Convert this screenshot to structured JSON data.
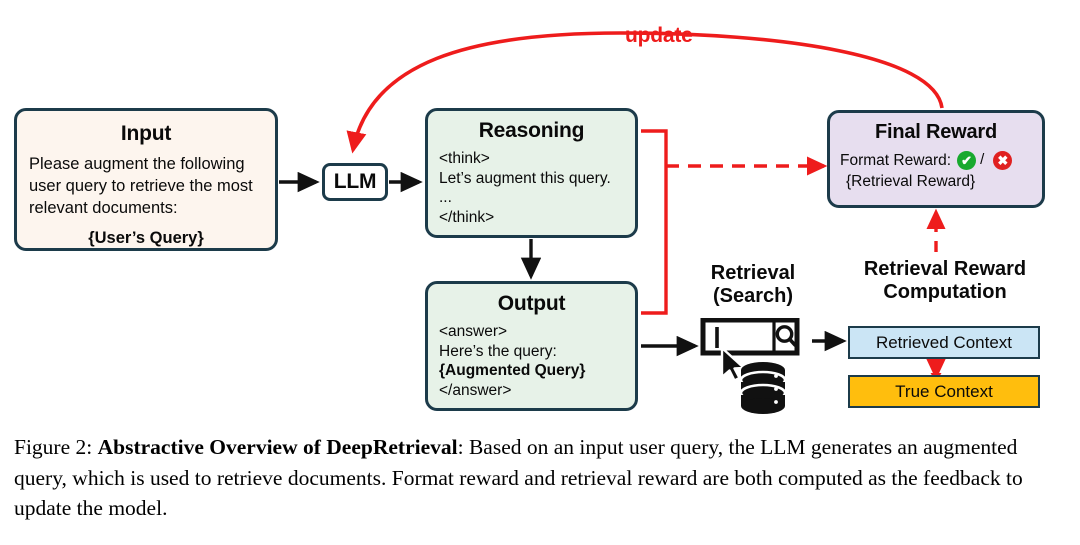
{
  "figure": {
    "update_label": "update",
    "input": {
      "title": "Input",
      "body": "Please augment the following user query to retrieve the most relevant documents:",
      "query_slot": "{User’s Query}"
    },
    "llm": {
      "label": "LLM"
    },
    "reasoning": {
      "title": "Reasoning",
      "line1": "<think>",
      "line2": "Let’s augment this query.",
      "line3": "...",
      "line4": "</think>"
    },
    "output": {
      "title": "Output",
      "line1": "<answer>",
      "line2": "Here’s the query:",
      "line3": "{Augmented Query}",
      "line4": "</answer>"
    },
    "final_reward": {
      "title": "Final Reward",
      "format_reward_label": "Format Reward:",
      "tick_glyph": "✔",
      "separator": "/",
      "cross_glyph": "✖",
      "retrieval_reward_slot": "{Retrieval Reward}"
    },
    "retrieval": {
      "title_line1": "Retrieval",
      "title_line2": "(Search)"
    },
    "retrieval_reward_computation": {
      "title_line1": "Retrieval Reward",
      "title_line2": "Computation",
      "retrieved_context": "Retrieved Context",
      "true_context": "True Context"
    },
    "colors": {
      "input_fill": "#fdf5ee",
      "reasoning_fill": "#e7f2e8",
      "output_fill": "#e7f2e8",
      "final_reward_fill": "#e7deef",
      "retrieved_context_fill": "#cbe5f5",
      "true_context_fill": "#ffbe0d",
      "border": "#1c3b4a",
      "accent_red": "#ee1c1c",
      "tick_green": "#18a92e",
      "cross_red": "#e02020"
    }
  },
  "caption": {
    "prefix": "Figure 2: ",
    "bold": "Abstractive Overview of DeepRetrieval",
    "rest": ": Based on an input user query, the LLM generates an augmented query, which is used to retrieve documents. Format reward and retrieval reward are both computed as the feedback to update the model."
  }
}
